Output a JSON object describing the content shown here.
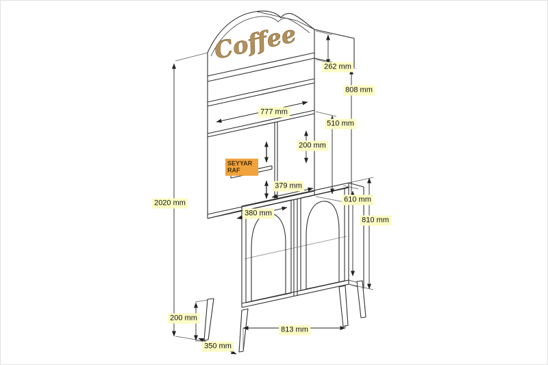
{
  "diagram": {
    "product": "coffee-serving-cabinet-dimension-drawing",
    "sign_text": "Coffee",
    "movable_shelf_label": "SEYYAR RAF"
  },
  "dimensions": {
    "overall_height": "2020 mm",
    "sign_height": "262 mm",
    "hutch_height": "808 mm",
    "hutch_inner_width": "777 mm",
    "hutch_opening_height": "510 mm",
    "movable_shelf_range": "200 mm",
    "top_depth": "379 mm",
    "left_section_width": "380 mm",
    "door_height": "610 mm",
    "base_height": "810 mm",
    "leg_height": "200 mm",
    "base_depth": "350 mm",
    "overall_width": "813 mm"
  },
  "colors": {
    "dimension_label_bg": "#FBFBC4",
    "movable_shelf_label_bg": "#F0A23C",
    "sign_text_color": "#B3905A",
    "line_color": "#2E2E2E"
  }
}
